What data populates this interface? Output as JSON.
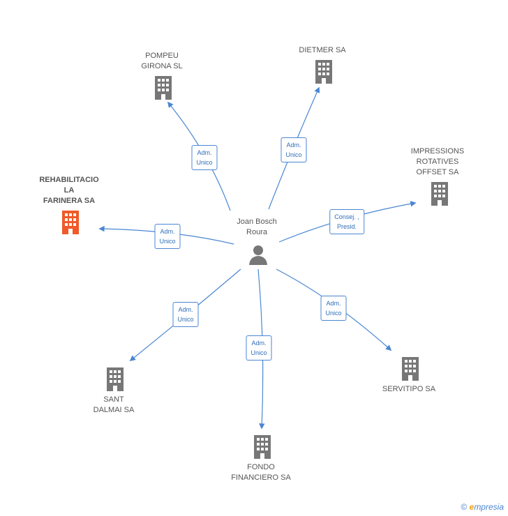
{
  "center": {
    "name": "Joan Bosch\nRoura",
    "icon": "person-icon"
  },
  "companies": [
    {
      "id": "pompeu",
      "name": "POMPEU\nGIRONA SL",
      "highlight": false,
      "icon": "building-icon"
    },
    {
      "id": "dietmer",
      "name": "DIETMER SA",
      "highlight": false,
      "icon": "building-icon"
    },
    {
      "id": "impressions",
      "name": "IMPRESSIONS\nROTATIVES\nOFFSET SA",
      "highlight": false,
      "icon": "building-icon"
    },
    {
      "id": "rehab",
      "name": "REHABILITACIO\nLA\nFARINERA SA",
      "highlight": true,
      "icon": "building-icon"
    },
    {
      "id": "sant",
      "name": "SANT\nDALMAI SA",
      "highlight": false,
      "icon": "building-icon"
    },
    {
      "id": "fondo",
      "name": "FONDO\nFINANCIERO SA",
      "highlight": false,
      "icon": "building-icon"
    },
    {
      "id": "servitipo",
      "name": "SERVITIPO SA",
      "highlight": false,
      "icon": "building-icon"
    }
  ],
  "relations": [
    {
      "to": "pompeu",
      "label": "Adm.\nUnico"
    },
    {
      "to": "dietmer",
      "label": "Adm.\nUnico"
    },
    {
      "to": "impressions",
      "label": "Consej. ,\nPresid."
    },
    {
      "to": "rehab",
      "label": "Adm.\nUnico"
    },
    {
      "to": "sant",
      "label": "Adm.\nUnico"
    },
    {
      "to": "fondo",
      "label": "Adm.\nUnico"
    },
    {
      "to": "servitipo",
      "label": "Adm.\nUnico"
    }
  ],
  "colors": {
    "edge": "#4a86d2",
    "building": "#777777",
    "highlight": "#f05a28",
    "person": "#777777"
  },
  "footer": {
    "copyright": "©",
    "brand_initial": "e",
    "brand_rest": "mpresia"
  }
}
